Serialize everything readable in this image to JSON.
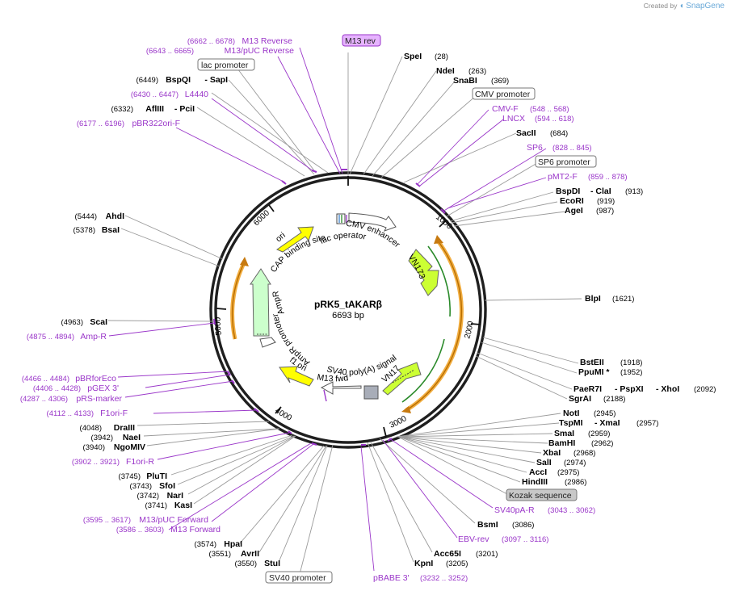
{
  "brand": {
    "created_by": "Created by",
    "app": "SnapGene"
  },
  "plasmid": {
    "name": "pRK5_tAKARβ",
    "length_label": "6693 bp"
  },
  "ticks": [
    "1000",
    "2000",
    "3000",
    "4000",
    "5000",
    "6000"
  ],
  "features": {
    "cmv_enhancer": "CMV enhancer",
    "lac_operator": "lac operator",
    "cap_site": "CAP binding site",
    "ori": "ori",
    "ampr": "AmpR",
    "ampr_promoter": "AmpR promoter",
    "f1_ori": "f1 ori",
    "m13_fwd": "M13 fwd",
    "sv40_polya": "SV40 poly(A) signal",
    "vn173_top": "VN173",
    "vn173_bottom": "VN173"
  },
  "labels": {
    "m13rev_box": "M13 rev",
    "spe": "SpeI",
    "spe_pos": "(28)",
    "nde": "NdeI",
    "nde_pos": "(263)",
    "snab": "SnaBI",
    "snab_pos": "(369)",
    "cmvprom_box": "CMV promoter",
    "cmvf": "CMV-F",
    "cmvf_pos": "(548 .. 568)",
    "lncx": "LNCX",
    "lncx_pos": "(594 .. 618)",
    "sac": "SacII",
    "sac_pos": "(684)",
    "sp6": "SP6",
    "sp6_pos": "(828 .. 845)",
    "sp6prom_box": "SP6 promoter",
    "pmt2f": "pMT2-F",
    "pmt2f_pos": "(859 .. 878)",
    "bspdi": "BspDI",
    "cla": "- ClaI",
    "bspdi_pos": "(913)",
    "ecori": "EcoRI",
    "ecori_pos": "(919)",
    "agei": "AgeI",
    "agei_pos": "(987)",
    "blpi": "BlpI",
    "blpi_pos": "(1621)",
    "bsteii": "BstEII",
    "bsteii_pos": "(1918)",
    "ppumi": "PpuMI *",
    "ppumi_pos": "(1952)",
    "pae": "PaeR7I",
    "psp": "- PspXI",
    "xho": "- XhoI",
    "pae_pos": "(2092)",
    "sgra": "SgrAI",
    "sgra_pos": "(2188)",
    "noti": "NotI",
    "noti_pos": "(2945)",
    "tspmi": "TspMI",
    "xma": "- XmaI",
    "tspmi_pos": "(2957)",
    "smai": "SmaI",
    "smai_pos": "(2959)",
    "bamhi": "BamHI",
    "bamhi_pos": "(2962)",
    "xbai": "XbaI",
    "xbai_pos": "(2968)",
    "sali": "SalI",
    "sali_pos": "(2974)",
    "acci": "AccI",
    "acci_pos": "(2975)",
    "hindiii": "HindIII",
    "hindiii_pos": "(2986)",
    "kozak_box": "Kozak sequence",
    "sv40par": "SV40pA-R",
    "sv40par_pos": "(3043 .. 3062)",
    "bsmi": "BsmI",
    "bsmi_pos": "(3086)",
    "ebvrev": "EBV-rev",
    "ebvrev_pos": "(3097 .. 3116)",
    "acc65i": "Acc65I",
    "acc65i_pos": "(3201)",
    "kpni": "KpnI",
    "kpni_pos": "(3205)",
    "pbabe3": "pBABE 3'",
    "pbabe3_pos": "(3232 .. 3252)",
    "sv40prom_box": "SV40 promoter",
    "stui": "StuI",
    "stui_pos": "(3550)",
    "avrii": "AvrII",
    "avrii_pos": "(3551)",
    "hpai": "HpaI",
    "hpai_pos": "(3574)",
    "m13fwd": "M13 Forward",
    "m13fwd_pos": "(3586 .. 3603)",
    "m13pucfwd": "M13/pUC Forward",
    "m13pucfwd_pos": "(3595 .. 3617)",
    "kasi": "KasI",
    "kasi_pos": "(3741)",
    "nari": "NarI",
    "nari_pos": "(3742)",
    "sfoi": "SfoI",
    "sfoi_pos": "(3743)",
    "plut": "PluTI",
    "plut_pos": "(3745)",
    "f1orir": "F1ori-R",
    "f1orir_pos": "(3902 .. 3921)",
    "ngomiv": "NgoMIV",
    "ngomiv_pos": "(3940)",
    "naei": "NaeI",
    "naei_pos": "(3942)",
    "draiii": "DraIII",
    "draiii_pos": "(4048)",
    "f1orif": "F1ori-F",
    "f1orif_pos": "(4112 .. 4133)",
    "prsm": "pRS-marker",
    "prsm_pos": "(4287 .. 4306)",
    "pgex3": "pGEX 3'",
    "pgex3_pos": "(4406 .. 4428)",
    "pbrforeco": "pBRforEco",
    "pbrforeco_pos": "(4466 .. 4484)",
    "ampr_primer": "Amp-R",
    "ampr_primer_pos": "(4875 .. 4894)",
    "scai": "ScaI",
    "scai_pos": "(4963)",
    "bsai": "BsaI",
    "bsai_pos": "(5378)",
    "ahdi": "AhdI",
    "ahdi_pos": "(5444)",
    "pbr322": "pBR322ori-F",
    "pbr322_pos": "(6177 .. 6196)",
    "afliii": "AflIII",
    "pci": "- PciI",
    "afliii_pos": "(6332)",
    "l4440": "L4440",
    "l4440_pos": "(6430 .. 6447)",
    "bspqi": "BspQI",
    "sap": "- SapI",
    "bspqi_pos": "(6449)",
    "lacprom_box": "lac promoter",
    "m13pucrev": "M13/pUC Reverse",
    "m13pucrev_pos": "(6643 .. 6665)",
    "m13reverse": "M13 Reverse",
    "m13reverse_pos": "(6662 .. 6678)"
  },
  "colors": {
    "primer": "#9a36c9",
    "backbone": "#222222",
    "ori": "#ffff00",
    "ampr": "#ccffcc",
    "vn173": "#ccff33",
    "orf": "#f0a020",
    "orf_inner": "#2a8a2a",
    "rev_box": "#e6b3ff"
  }
}
